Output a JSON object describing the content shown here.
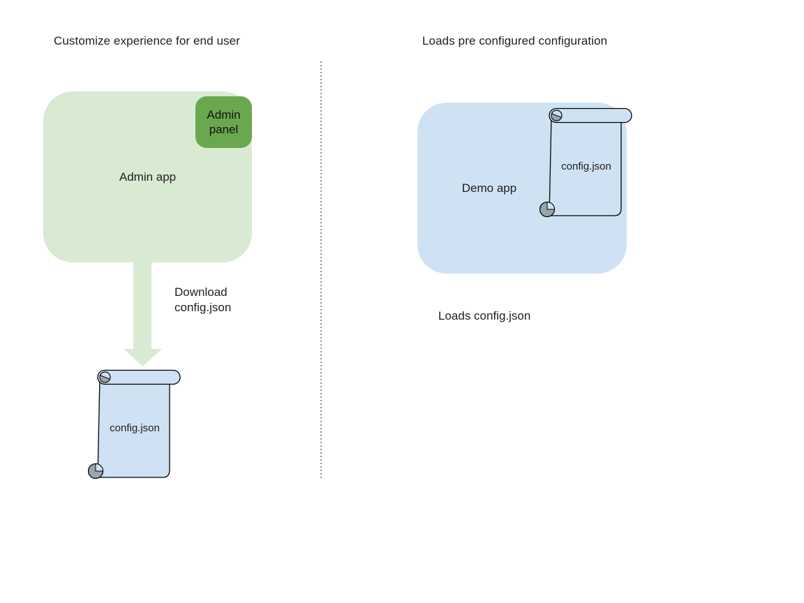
{
  "colors": {
    "app_green": "#d9ead3",
    "panel_green": "#6aa84f",
    "app_blue": "#cfe2f3",
    "scroll_fill": "#cfe2f3",
    "scroll_curl_gray": "#9aa4ad",
    "arrow_green": "#d9ead3",
    "outline": "#000000",
    "divider_gray": "#909090",
    "text": "#1e1e1e"
  },
  "left": {
    "title": "Customize experience for end user",
    "admin_app_label": "Admin app",
    "admin_panel_label": "Admin panel",
    "download_label_line1": "Download",
    "download_label_line2": "config.json",
    "scroll_label": "config.json"
  },
  "right": {
    "title": "Loads pre configured configuration",
    "demo_app_label": "Demo app",
    "scroll_label": "config.json",
    "caption": "Loads config.json"
  }
}
